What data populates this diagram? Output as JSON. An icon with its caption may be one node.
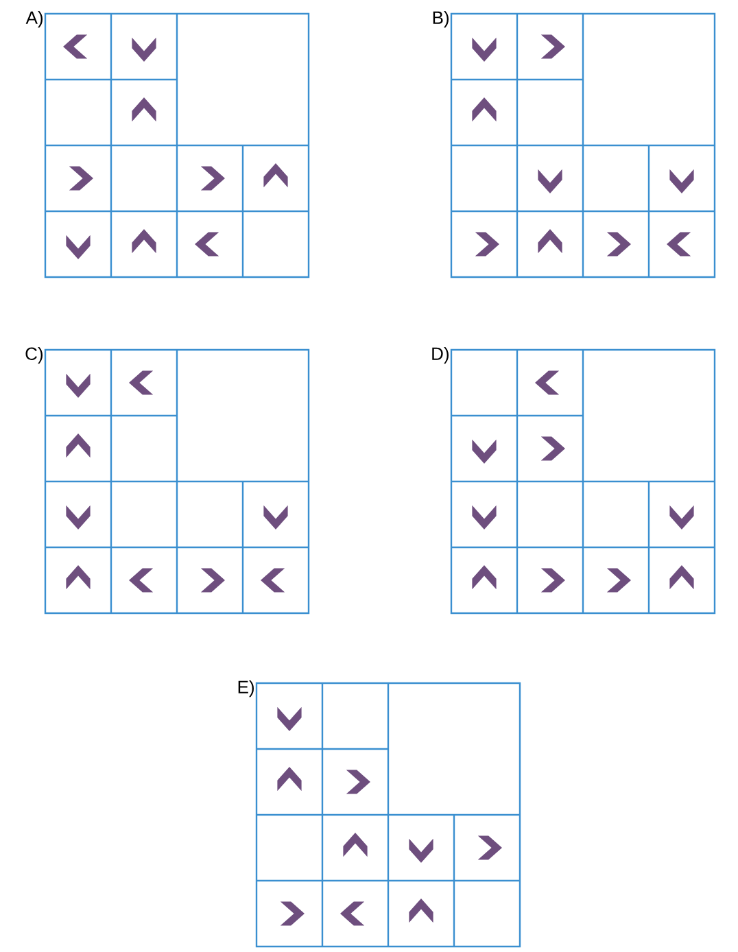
{
  "diagram": {
    "labels": [
      "A)",
      "B)",
      "C)",
      "D)",
      "E)"
    ]
  }
}
